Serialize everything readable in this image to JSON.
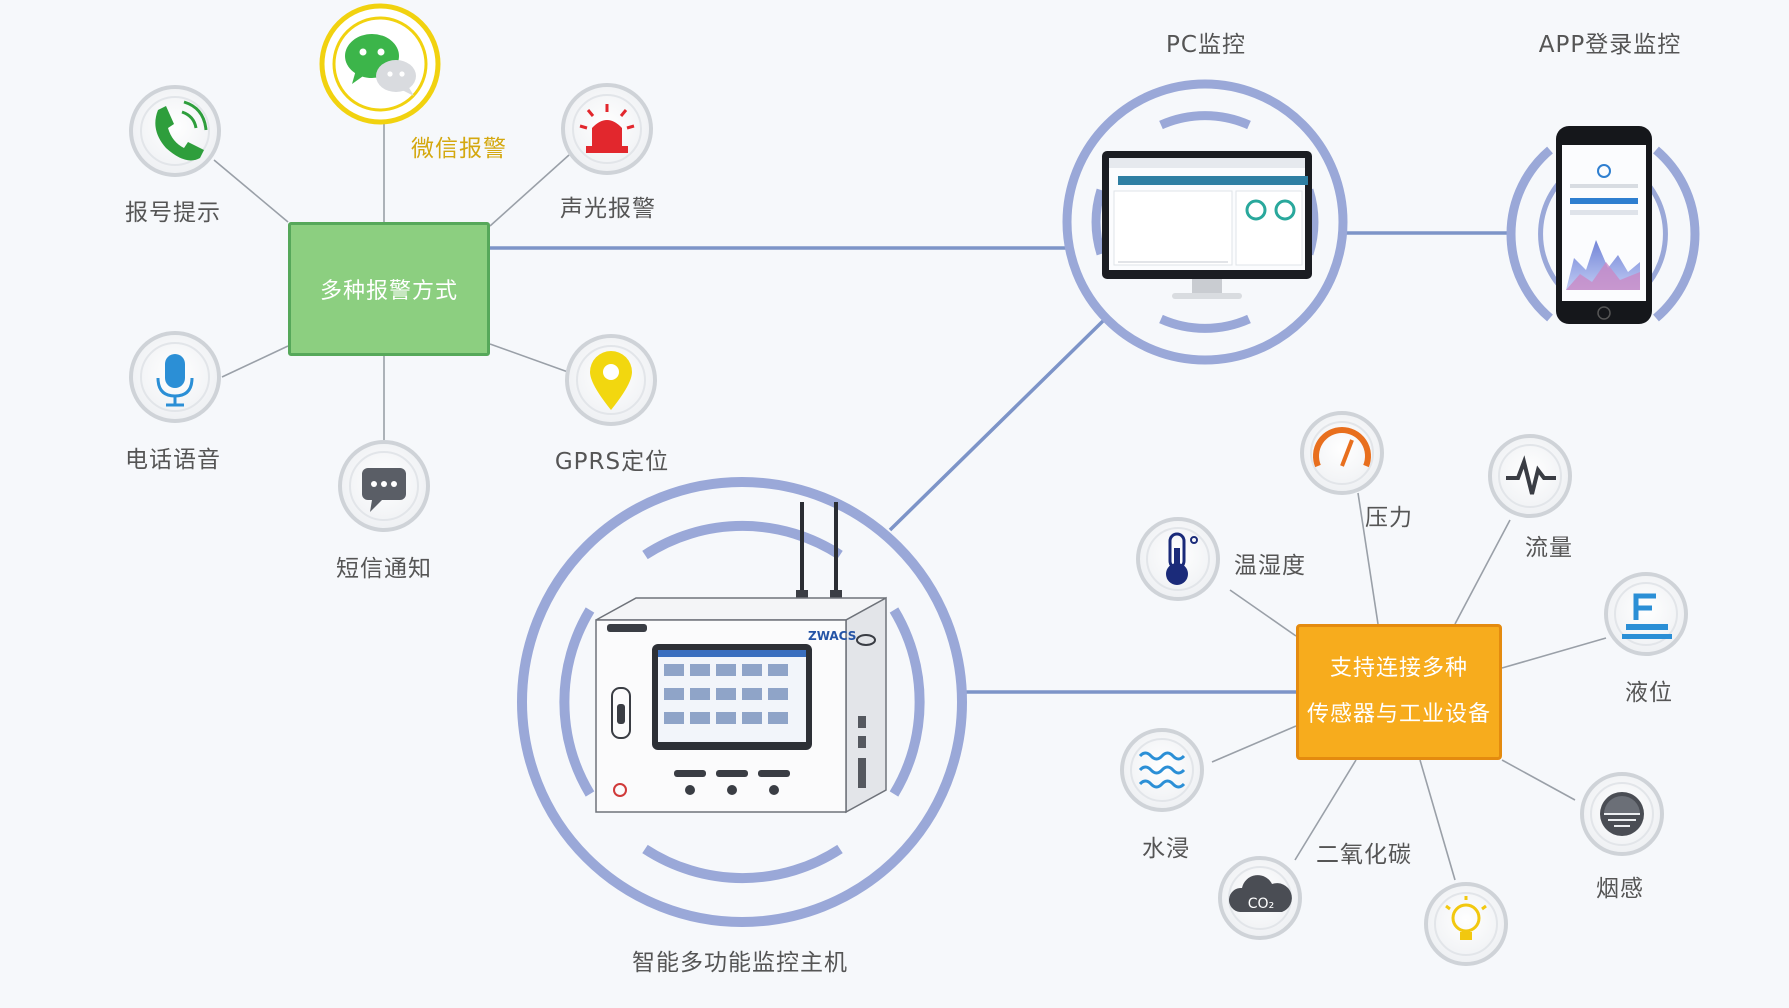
{
  "diagram": {
    "alarm_hub": {
      "label": "多种报警方式"
    },
    "alarm_methods": [
      {
        "id": "phone",
        "label": "报号提示",
        "icon": "phone-icon"
      },
      {
        "id": "wechat",
        "label": "微信报警",
        "icon": "wechat-icon",
        "color": "#d4a80f"
      },
      {
        "id": "siren",
        "label": "声光报警",
        "icon": "siren-icon"
      },
      {
        "id": "voice",
        "label": "电话语音",
        "icon": "microphone-icon"
      },
      {
        "id": "sms",
        "label": "短信通知",
        "icon": "chat-bubble-icon"
      },
      {
        "id": "gprs",
        "label": "GPRS定位",
        "icon": "location-pin-icon"
      }
    ],
    "pc_monitor": {
      "label": "PC监控"
    },
    "app_monitor": {
      "label": "APP登录监控"
    },
    "host": {
      "label": "智能多功能监控主机",
      "brand": "ZWACS"
    },
    "sensor_hub": {
      "line1": "支持连接多种",
      "line2": "传感器与工业设备"
    },
    "sensors": [
      {
        "id": "pressure",
        "label": "压力",
        "icon": "gauge-icon"
      },
      {
        "id": "flow",
        "label": "流量",
        "icon": "pulse-icon"
      },
      {
        "id": "temp",
        "label": "温湿度",
        "icon": "thermometer-icon"
      },
      {
        "id": "level",
        "label": "液位",
        "icon": "liquid-level-icon"
      },
      {
        "id": "water",
        "label": "水浸",
        "icon": "water-waves-icon"
      },
      {
        "id": "co2",
        "label": "二氧化碳",
        "icon": "co2-cloud-icon"
      },
      {
        "id": "smoke",
        "label": "烟感",
        "icon": "smoke-detector-icon"
      },
      {
        "id": "light",
        "label": "",
        "icon": "light-bulb-icon"
      }
    ],
    "colors": {
      "line": "#7d94c8",
      "ring": "#9aa8d8",
      "green_box": "#8ccf80",
      "orange_box": "#f7ac1d",
      "icon_ring": "#cfd3d8"
    }
  }
}
